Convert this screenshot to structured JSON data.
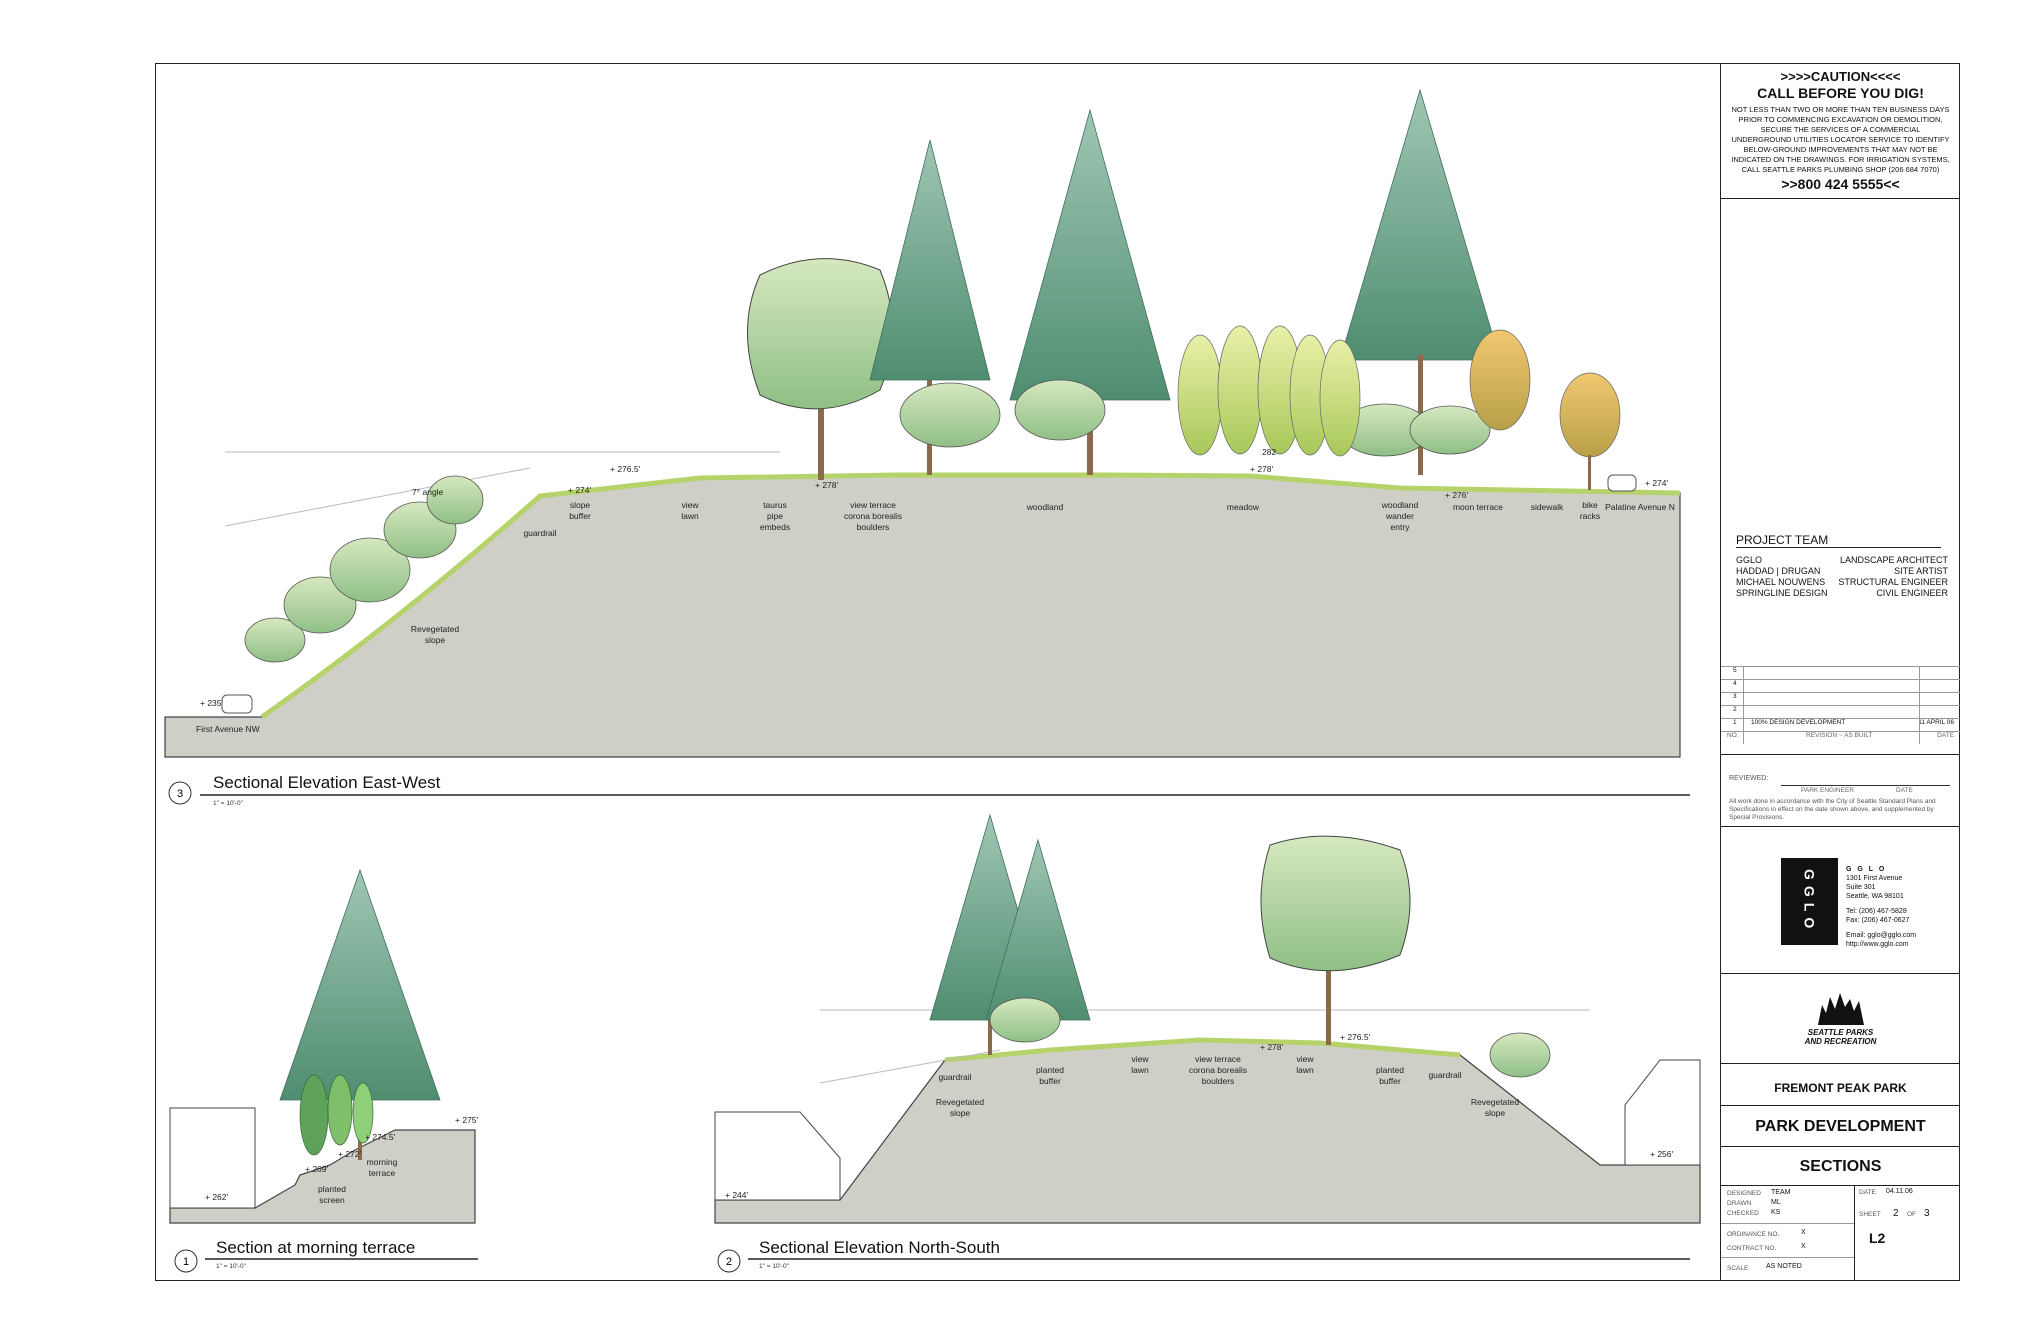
{
  "caution": {
    "title1": ">>>>CAUTION<<<<",
    "title2": "CALL BEFORE YOU DIG!",
    "body": "NOT LESS THAN TWO OR MORE THAN TEN BUSINESS DAYS PRIOR TO COMMENCING EXCAVATION OR DEMOLITION, SECURE THE SERVICES OF A COMMERCIAL UNDERGROUND UTILITIES LOCATOR SERVICE TO IDENTIFY BELOW-GROUND IMPROVEMENTS THAT MAY NOT BE INDICATED ON THE DRAWINGS. FOR IRRIGATION SYSTEMS, CALL SEATTLE PARKS PLUMBING SHOP (206 684 7070)",
    "phone": ">>800 424 5555<<"
  },
  "project_team": {
    "heading": "PROJECT TEAM",
    "members": [
      {
        "name": "GGLO",
        "role": "LANDSCAPE ARCHITECT"
      },
      {
        "name": "HADDAD | DRUGAN",
        "role": "SITE ARTIST"
      },
      {
        "name": "MICHAEL NOUWENS",
        "role": "STRUCTURAL ENGINEER"
      },
      {
        "name": "SPRINGLINE DESIGN",
        "role": "CIVIL ENGINEER"
      }
    ]
  },
  "revisions": {
    "rows": [
      {
        "no": "5",
        "desc": "",
        "date": ""
      },
      {
        "no": "4",
        "desc": "",
        "date": ""
      },
      {
        "no": "3",
        "desc": "",
        "date": ""
      },
      {
        "no": "2",
        "desc": "",
        "date": ""
      },
      {
        "no": "1",
        "desc": "100% DESIGN DEVELOPMENT",
        "date": "11 APRIL 06"
      }
    ],
    "col_no": "NO.",
    "col_rev": "REVISION ~ AS BUILT",
    "col_date": "DATE"
  },
  "review": {
    "reviewed": "REVIEWED:",
    "park_engineer": "PARK ENGINEER",
    "date": "DATE",
    "note": "All work done in accordance with the City of Seattle Standard Plans and Specifications in effect on the date shown above, and supplemented by Special Provisions."
  },
  "firm": {
    "logo": "GGLO",
    "name": "G G L O",
    "addr1": "1301 First Avenue",
    "addr2": "Suite 301",
    "addr3": "Seattle, WA 98101",
    "tel": "Tel: (206) 467-5828",
    "fax": "Fax: (206) 467-0627",
    "email": "Email: gglo@gglo.com",
    "web": "http://www.gglo.com"
  },
  "client_logo": {
    "line1": "SEATTLE PARKS",
    "line2": "AND RECREATION"
  },
  "project": {
    "name": "FREMONT PEAK PARK",
    "phase": "PARK DEVELOPMENT",
    "sheet_title": "SECTIONS"
  },
  "sheet_info": {
    "designed_label": "DESIGNED",
    "designed": "TEAM",
    "drawn_label": "DRAWN",
    "drawn": "ML",
    "checked_label": "CHECKED",
    "checked": "KS",
    "date_label": "DATE",
    "date": "04.11.06",
    "sheet_label": "SHEET",
    "sheet_no": "2",
    "of_label": "OF",
    "sheet_total": "3",
    "ordinance_label": "ORDINANCE NO.",
    "ordinance": "X",
    "contract_label": "CONTRACT NO.",
    "contract": "X",
    "scale_label": "SCALE",
    "scale": "AS NOTED",
    "drawing_no": "L2"
  },
  "section3": {
    "number": "3",
    "title": "Sectional Elevation East-West",
    "scale": "1\" = 10'-0\"",
    "labels": {
      "first_ave": "First Avenue NW",
      "el235": "+ 235'",
      "angle": "7° angle",
      "reveg1": "Revegetated",
      "reveg2": "slope",
      "guardrail": "guardrail",
      "el274": "+ 274'",
      "slope1": "slope",
      "slope2": "buffer",
      "el2765": "+ 276.5'",
      "view1": "view",
      "view2": "lawn",
      "taurus1": "taurus",
      "taurus2": "pipe",
      "taurus3": "embeds",
      "vt1": "view terrace",
      "vt2": "corona borealis",
      "vt3": "boulders",
      "el278a": "+ 278'",
      "woodland": "woodland",
      "meadow": "meadow",
      "el278b": "+ 278'",
      "el282": "282",
      "ww1": "woodland",
      "ww2": "wander",
      "ww3": "entry",
      "el276": "+ 276'",
      "moon": "moon terrace",
      "sidewalk": "sidewalk",
      "bike1": "bike",
      "bike2": "racks",
      "palatine": "Palatine Avenue N",
      "el274b": "+ 274'"
    }
  },
  "section1": {
    "number": "1",
    "title": "Section at morning terrace",
    "scale": "1\" = 10'-0\"",
    "labels": {
      "el262": "+ 262'",
      "el269": "+ 269'",
      "el272": "+ 272'",
      "el2745": "+ 274.5'",
      "el275": "+ 275'",
      "ps1": "planted",
      "ps2": "screen",
      "mt1": "morning",
      "mt2": "terrace"
    }
  },
  "section2": {
    "number": "2",
    "title": "Sectional Elevation North-South",
    "scale": "1\" = 10'-0\"",
    "labels": {
      "el244": "+ 244'",
      "guardrail": "guardrail",
      "reveg1": "Revegetated",
      "reveg2": "slope",
      "pb1": "planted",
      "pb2": "buffer",
      "vl1": "view",
      "vl2": "lawn",
      "vt1": "view terrace",
      "vt2": "corona borealis",
      "vt3": "boulders",
      "el278": "+ 278'",
      "vr1": "view",
      "vr2": "lawn",
      "el2765": "+ 276.5'",
      "pbr1": "planted",
      "pbr2": "buffer",
      "guardrail_r": "guardrail",
      "reveg_r1": "Revegetated",
      "reveg_r2": "slope",
      "el256": "+ 256'"
    }
  }
}
